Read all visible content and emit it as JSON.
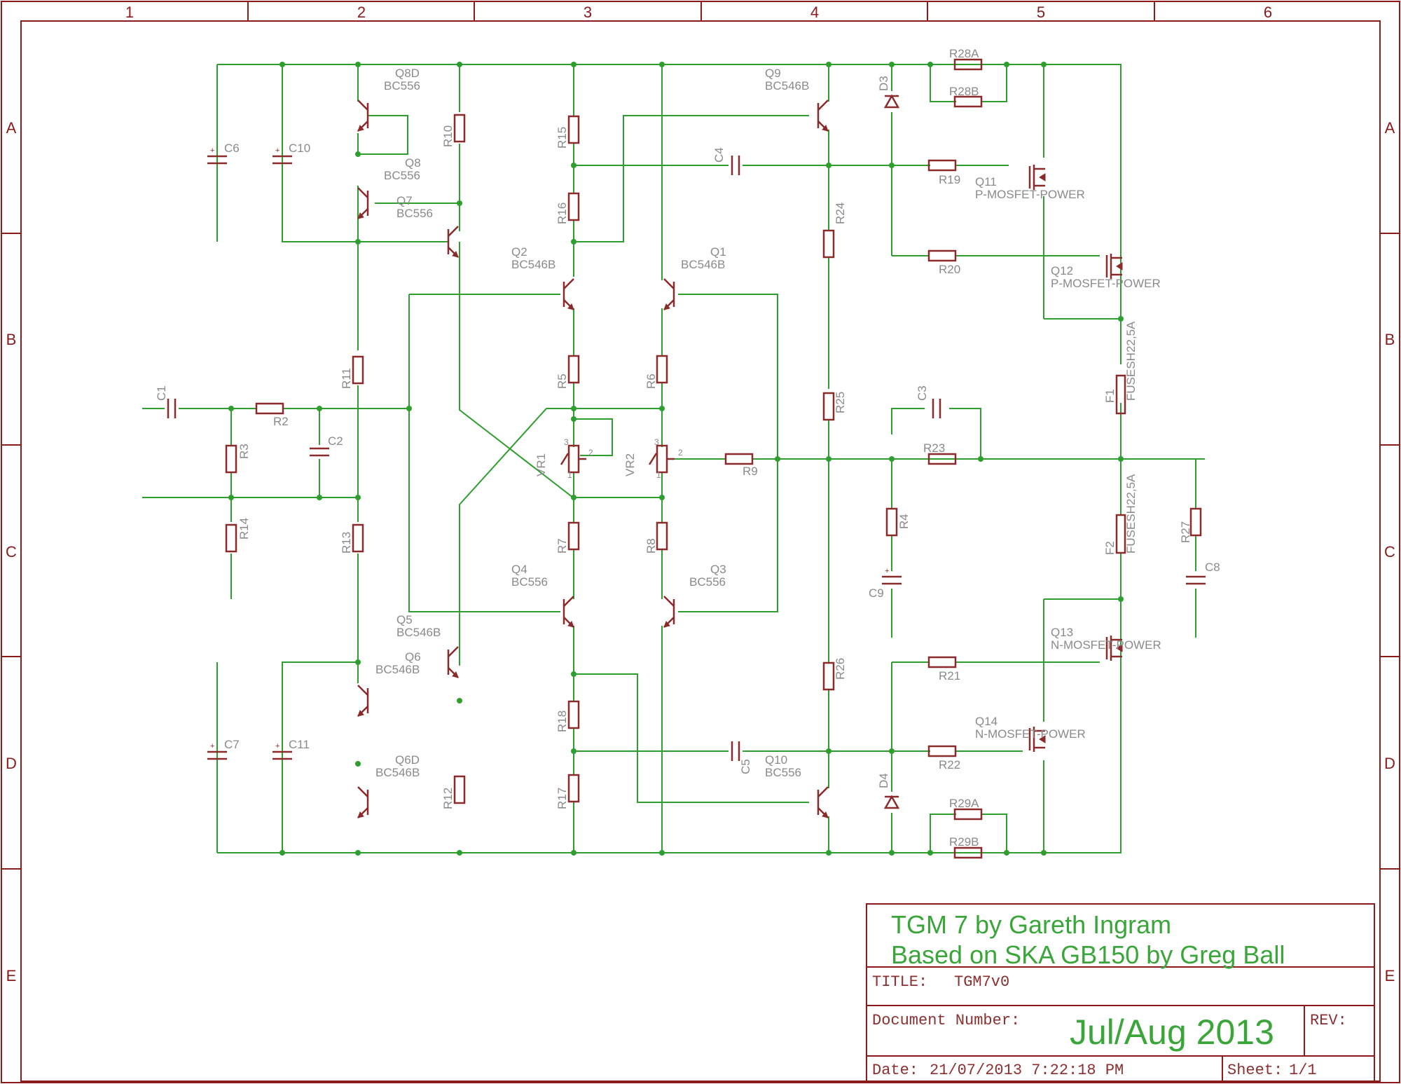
{
  "frame": {
    "columns": [
      "1",
      "2",
      "3",
      "4",
      "5",
      "6"
    ],
    "rows": [
      "A",
      "B",
      "C",
      "D",
      "E"
    ]
  },
  "title_block": {
    "line1": "TGM 7  by Gareth Ingram",
    "line2": "Based on SKA GB150 by Greg Ball",
    "title_label": "TITLE:",
    "title_value": "TGM7v0",
    "doc_label": "Document Number:",
    "doc_value": "Jul/Aug 2013",
    "rev_label": "REV:",
    "date_label": "Date:",
    "date_value": "21/07/2013 7:22:18 PM",
    "sheet_label": "Sheet:",
    "sheet_value": "1/1"
  },
  "labels": {
    "q8d": "Q8D",
    "q8d_t": "BC556",
    "q8": "Q8",
    "q8_t": "BC556",
    "q7": "Q7",
    "q7_t": "BC556",
    "q9": "Q9",
    "q9_t": "BC546B",
    "q2": "Q2",
    "q2_t": "BC546B",
    "q1": "Q1",
    "q1_t": "BC546B",
    "q4": "Q4",
    "q4_t": "BC556",
    "q3": "Q3",
    "q3_t": "BC556",
    "q5": "Q5",
    "q5_t": "BC546B",
    "q6": "Q6",
    "q6_t": "BC546B",
    "q6d": "Q6D",
    "q6d_t": "BC546B",
    "q10": "Q10",
    "q10_t": "BC556",
    "q11": "Q11",
    "q11_t": "P-MOSFET-POWER",
    "q12": "Q12",
    "q12_t": "P-MOSFET-POWER",
    "q13": "Q13",
    "q13_t": "N-MOSFET-POWER",
    "q14": "Q14",
    "q14_t": "N-MOSFET-POWER",
    "r2": "R2",
    "r3": "R3",
    "r4": "R4",
    "r5": "R5",
    "r6": "R6",
    "r7": "R7",
    "r8": "R8",
    "r9": "R9",
    "r10": "R10",
    "r11": "R11",
    "r12": "R12",
    "r13": "R13",
    "r14": "R14",
    "r15": "R15",
    "r16": "R16",
    "r17": "R17",
    "r18": "R18",
    "r19": "R19",
    "r20": "R20",
    "r21": "R21",
    "r22": "R22",
    "r23": "R23",
    "r24": "R24",
    "r25": "R25",
    "r26": "R26",
    "r27": "R27",
    "r28a": "R28A",
    "r28b": "R28B",
    "r29a": "R29A",
    "r29b": "R29B",
    "c1": "C1",
    "c2": "C2",
    "c3": "C3",
    "c4": "C4",
    "c5": "C5",
    "c6": "C6",
    "c7": "C7",
    "c8": "C8",
    "c9": "C9",
    "c10": "C10",
    "c11": "C11",
    "d3": "D3",
    "d4": "D4",
    "vr1": "VR1",
    "vr2": "VR2",
    "f1": "F1",
    "f1_t": "FUSESH22,5A",
    "f2": "F2",
    "f2_t": "FUSESH22,5A",
    "pin1": "1",
    "pin2": "2",
    "pin3": "3"
  }
}
